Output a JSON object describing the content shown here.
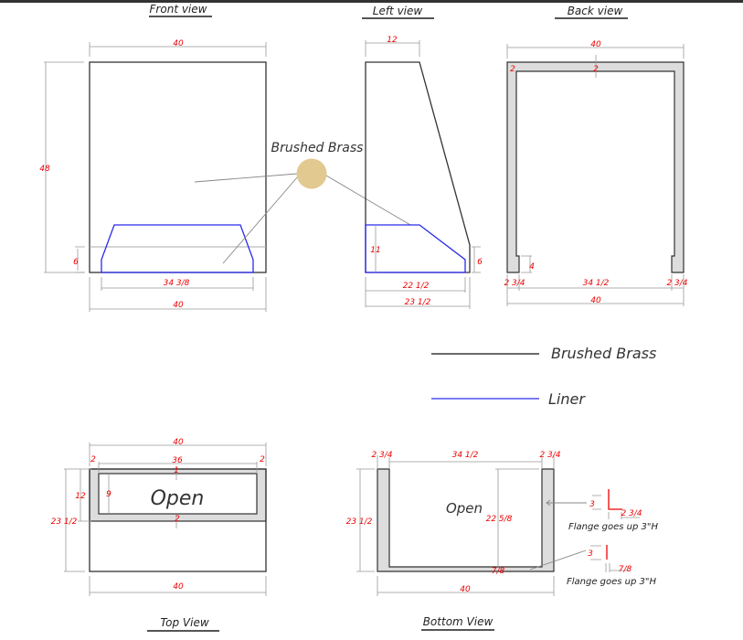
{
  "views": {
    "front": {
      "title": "Front view",
      "width_top": "40",
      "height": "48",
      "base_height": "6",
      "liner_width": "34 3/8",
      "width_bottom": "40"
    },
    "left": {
      "title": "Left view",
      "top_depth": "12",
      "liner_height": "11",
      "base_height": "6",
      "liner_depth": "22 1/2",
      "depth": "23 1/2"
    },
    "back": {
      "title": "Back view",
      "width_top": "40",
      "side_thickness": "2",
      "top_thickness": "2",
      "notch_height": "4",
      "left_leg": "2 3/4",
      "opening": "34 1/2",
      "right_leg": "2 3/4",
      "width_bottom": "40"
    },
    "top": {
      "title": "Top View",
      "width_top": "40",
      "left_margin": "2",
      "opening_width": "36",
      "right_margin": "2",
      "top_gap": "1",
      "opening_depth": "9",
      "band_depth": "12",
      "depth": "23 1/2",
      "bottom_gap": "2",
      "open_label": "Open",
      "width_bottom": "40"
    },
    "bottom": {
      "title": "Bottom View",
      "left_leg": "2 3/4",
      "opening": "34 1/2",
      "right_leg": "2 3/4",
      "depth": "23 1/2",
      "open_label": "Open",
      "inner_depth": "22 5/8",
      "back_thickness": "7/8",
      "width": "40",
      "flange1": {
        "height": "3",
        "width": "2 3/4",
        "note": "Flange goes up 3\"H"
      },
      "flange2": {
        "height": "3",
        "width": "7/8",
        "note": "Flange goes up 3\"H"
      }
    }
  },
  "material_callout": {
    "label": "Brushed Brass",
    "color": "#e2c98f"
  },
  "legend": [
    {
      "label": "Brushed Brass",
      "color": "#111111"
    },
    {
      "label": "Liner",
      "color": "#2a2aee"
    }
  ]
}
